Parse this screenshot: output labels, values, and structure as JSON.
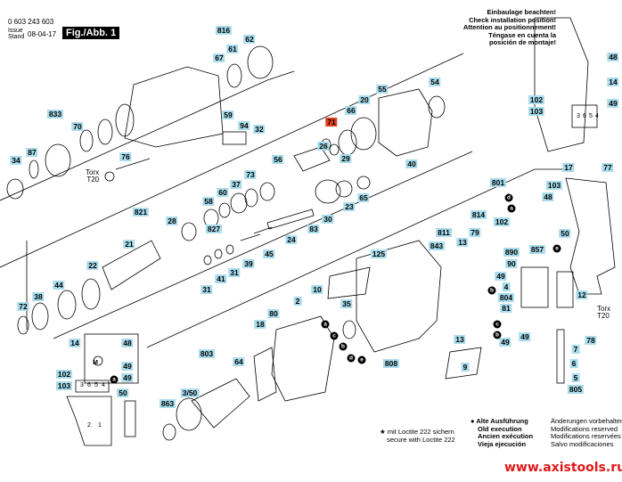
{
  "header": {
    "part_number": "0 603 243 603",
    "issue_label": "Issue",
    "stand_label": "Stand",
    "date": "08-04-17",
    "figure": "Fig./Abb. 1"
  },
  "install_warning": [
    "Einbaulage beachten!",
    "Check installation position!",
    "Attention au positionnement!",
    "Téngase en cuenta la",
    "posición de montaje!"
  ],
  "torx": [
    {
      "name": "Torx",
      "size": "T20"
    },
    {
      "name": "Torx",
      "size": "T20"
    }
  ],
  "notes": {
    "loctite": [
      "★ mit Loctite 222 sichern",
      "secure with Loctite 222"
    ],
    "old_execution": [
      "● Alte Ausführung",
      "Old execution",
      "Ancien exécution",
      "Vieja ejecución"
    ],
    "modifications": [
      "Änderungen vorbehalten",
      "Modifications reserved",
      "Modifications reservées",
      "Salvo modificaciones"
    ]
  },
  "watermark": "www.axistools.ru",
  "colors": {
    "label_bg": "#a9dcec",
    "highlight_label_bg": "#e2401e",
    "watermark": "#e01818"
  },
  "labels": [
    {
      "text": "816"
    },
    {
      "text": "62"
    },
    {
      "text": "61"
    },
    {
      "text": "67"
    },
    {
      "text": "833"
    },
    {
      "text": "70"
    },
    {
      "text": "87"
    },
    {
      "text": "34"
    },
    {
      "text": "76"
    },
    {
      "text": "59"
    },
    {
      "text": "94"
    },
    {
      "text": "32"
    },
    {
      "text": "71",
      "highlight": true
    },
    {
      "text": "66"
    },
    {
      "text": "20"
    },
    {
      "text": "55"
    },
    {
      "text": "54"
    },
    {
      "text": "26"
    },
    {
      "text": "29"
    },
    {
      "text": "40"
    },
    {
      "text": "56"
    },
    {
      "text": "73"
    },
    {
      "text": "37"
    },
    {
      "text": "60"
    },
    {
      "text": "58"
    },
    {
      "text": "821"
    },
    {
      "text": "28"
    },
    {
      "text": "21"
    },
    {
      "text": "827"
    },
    {
      "text": "65"
    },
    {
      "text": "23"
    },
    {
      "text": "30"
    },
    {
      "text": "83"
    },
    {
      "text": "24"
    },
    {
      "text": "45"
    },
    {
      "text": "39"
    },
    {
      "text": "31"
    },
    {
      "text": "41"
    },
    {
      "text": "31"
    },
    {
      "text": "22"
    },
    {
      "text": "44"
    },
    {
      "text": "38"
    },
    {
      "text": "72"
    },
    {
      "text": "48"
    },
    {
      "text": "14"
    },
    {
      "text": "102"
    },
    {
      "text": "103"
    },
    {
      "text": "49"
    },
    {
      "text": "17"
    },
    {
      "text": "77"
    },
    {
      "text": "801"
    },
    {
      "text": "103"
    },
    {
      "text": "48"
    },
    {
      "text": "814"
    },
    {
      "text": "79"
    },
    {
      "text": "102"
    },
    {
      "text": "811"
    },
    {
      "text": "13"
    },
    {
      "text": "843"
    },
    {
      "text": "50"
    },
    {
      "text": "857"
    },
    {
      "text": "890"
    },
    {
      "text": "90"
    },
    {
      "text": "49"
    },
    {
      "text": "4"
    },
    {
      "text": "804"
    },
    {
      "text": "81"
    },
    {
      "text": "12"
    },
    {
      "text": "13"
    },
    {
      "text": "49"
    },
    {
      "text": "49"
    },
    {
      "text": "78"
    },
    {
      "text": "7"
    },
    {
      "text": "6"
    },
    {
      "text": "9"
    },
    {
      "text": "5"
    },
    {
      "text": "805"
    },
    {
      "text": "125"
    },
    {
      "text": "10"
    },
    {
      "text": "2"
    },
    {
      "text": "35"
    },
    {
      "text": "80"
    },
    {
      "text": "18"
    },
    {
      "text": "803"
    },
    {
      "text": "64"
    },
    {
      "text": "3/50"
    },
    {
      "text": "863"
    },
    {
      "text": "808"
    },
    {
      "text": "14"
    },
    {
      "text": "48"
    },
    {
      "text": "49"
    },
    {
      "text": "49"
    },
    {
      "text": "102"
    },
    {
      "text": "103"
    },
    {
      "text": "50"
    }
  ],
  "terminal_numbers": [
    "3",
    "6",
    "5",
    "4",
    "3",
    "6",
    "5",
    "4",
    "2",
    "1"
  ],
  "wire_markers": [
    "a",
    "c",
    "b",
    "d",
    "e",
    "d",
    "a",
    "e",
    "b",
    "c",
    "b",
    "a"
  ]
}
